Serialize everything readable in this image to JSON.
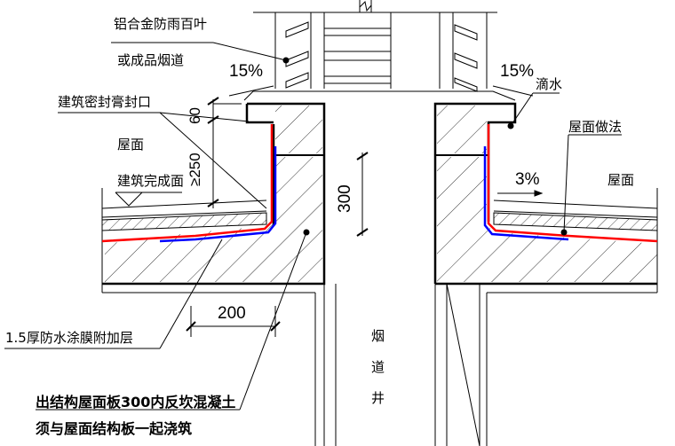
{
  "labels": {
    "louver": "铝合金防雨百叶",
    "flue": "或成品烟道",
    "slope_left": "15%",
    "slope_right": "15%",
    "sealant": "建筑密封膏封口",
    "dim_60": "60",
    "dim_250": "≥250",
    "roof_left": "屋面",
    "finish_surface": "建筑完成面",
    "dim_300": "300",
    "drip": "滴水",
    "roof_method": "屋面做法",
    "slope_roof": "3%",
    "roof_right": "屋面",
    "dim_200": "200",
    "membrane": "1.5厚防水涂膜附加层",
    "shaft_1": "烟",
    "shaft_2": "道",
    "shaft_3": "井",
    "note_line1": "出结构屋面板300内反坎混凝土",
    "note_line2": "须与屋面结构板一起浇筑"
  },
  "colors": {
    "membrane_red": "#ff0000",
    "membrane_blue": "#0000ff",
    "line": "#000000"
  }
}
